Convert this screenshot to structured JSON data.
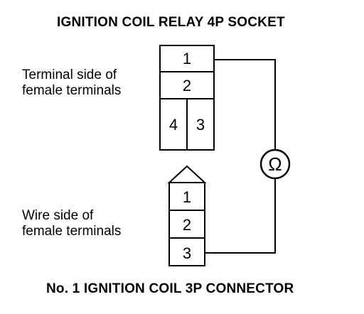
{
  "titles": {
    "top": "IGNITION COIL RELAY 4P SOCKET",
    "bottom": "No. 1 IGNITION COIL 3P CONNECTOR"
  },
  "socket": {
    "label_line1": "Terminal side of",
    "label_line2": "female terminals",
    "terminals": [
      "1",
      "2",
      "4",
      "3"
    ]
  },
  "connector": {
    "label_line1": "Wire side of",
    "label_line2": "female terminals",
    "terminals": [
      "1",
      "2",
      "3"
    ]
  },
  "meter": {
    "symbol": "Ω",
    "icon": "ohmmeter-icon"
  }
}
